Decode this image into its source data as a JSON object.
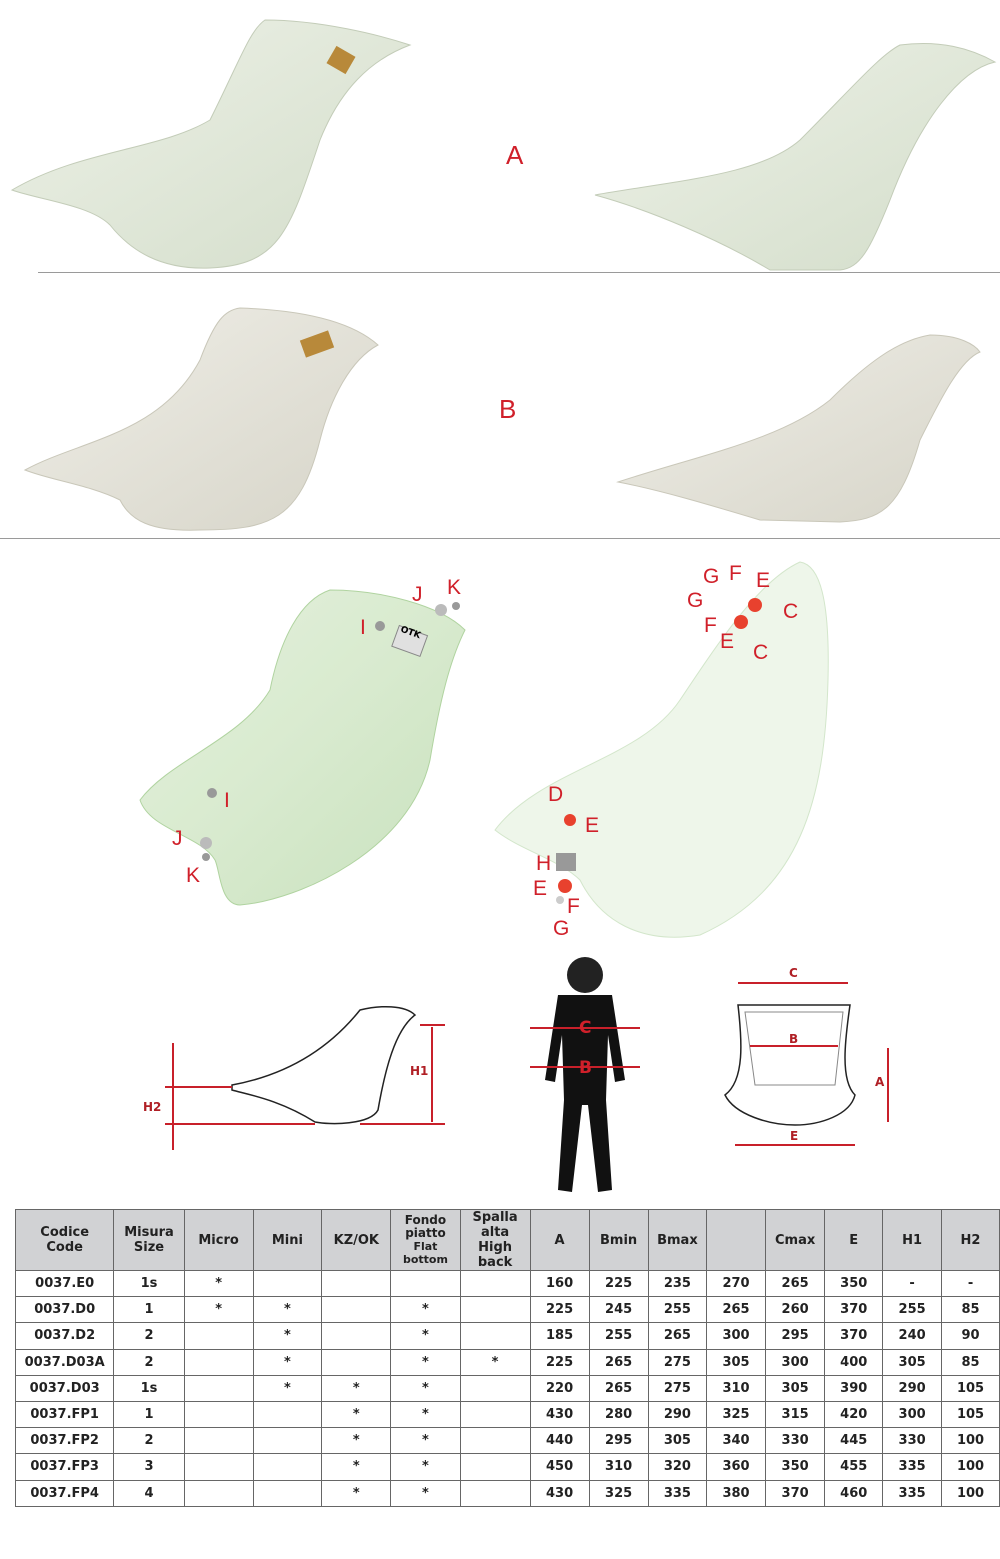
{
  "seat_labels": {
    "a": "A",
    "b": "B"
  },
  "logo": "OTK",
  "exploded_left": {
    "j1": "J",
    "k1": "K",
    "i1": "I",
    "i2": "I",
    "j2": "J",
    "k2": "K"
  },
  "exploded_right": {
    "g1": "G",
    "f1": "F",
    "e1": "E",
    "c1": "C",
    "g2": "G",
    "f2": "F",
    "e2": "E",
    "c2": "C",
    "d": "D",
    "e3": "E",
    "h": "H",
    "e4": "E",
    "f3": "F",
    "g3": "G"
  },
  "dimension_labels": {
    "h1": "H1",
    "h2": "H2",
    "body_c": "C",
    "body_b": "B",
    "front_c": "C",
    "front_b": "B",
    "front_a": "A",
    "front_e": "E"
  },
  "table": {
    "headers": [
      [
        "Codice",
        "Code"
      ],
      [
        "Misura",
        "Size"
      ],
      [
        "Micro"
      ],
      [
        "Mini"
      ],
      [
        "KZ/OK"
      ],
      [
        "Fondo",
        "piatto",
        "Flat bottom"
      ],
      [
        "Spalla alta",
        "High back"
      ],
      [
        "A"
      ],
      [
        "Bmin"
      ],
      [
        "Bmax"
      ],
      [
        ""
      ],
      [
        "Cmax"
      ],
      [
        "E"
      ],
      [
        "H1"
      ],
      [
        "H2"
      ]
    ],
    "rows": [
      [
        "0037.E0",
        "1s",
        "*",
        "",
        "",
        "",
        "",
        "160",
        "225",
        "235",
        "270",
        "265",
        "350",
        "-",
        "-"
      ],
      [
        "0037.D0",
        "1",
        "*",
        "*",
        "",
        "*",
        "",
        "225",
        "245",
        "255",
        "265",
        "260",
        "370",
        "255",
        "85"
      ],
      [
        "0037.D2",
        "2",
        "",
        "*",
        "",
        "*",
        "",
        "185",
        "255",
        "265",
        "300",
        "295",
        "370",
        "240",
        "90"
      ],
      [
        "0037.D03A",
        "2",
        "",
        "*",
        "",
        "*",
        "*",
        "225",
        "265",
        "275",
        "305",
        "300",
        "400",
        "305",
        "85"
      ],
      [
        "0037.D03",
        "1s",
        "",
        "*",
        "*",
        "*",
        "",
        "220",
        "265",
        "275",
        "310",
        "305",
        "390",
        "290",
        "105"
      ],
      [
        "0037.FP1",
        "1",
        "",
        "",
        "*",
        "*",
        "",
        "430",
        "280",
        "290",
        "325",
        "315",
        "420",
        "300",
        "105"
      ],
      [
        "0037.FP2",
        "2",
        "",
        "",
        "*",
        "*",
        "",
        "440",
        "295",
        "305",
        "340",
        "330",
        "445",
        "330",
        "100"
      ],
      [
        "0037.FP3",
        "3",
        "",
        "",
        "*",
        "*",
        "",
        "450",
        "310",
        "320",
        "360",
        "350",
        "455",
        "335",
        "100"
      ],
      [
        "0037.FP4",
        "4",
        "",
        "",
        "*",
        "*",
        "",
        "430",
        "325",
        "335",
        "380",
        "370",
        "460",
        "335",
        "100"
      ]
    ]
  }
}
